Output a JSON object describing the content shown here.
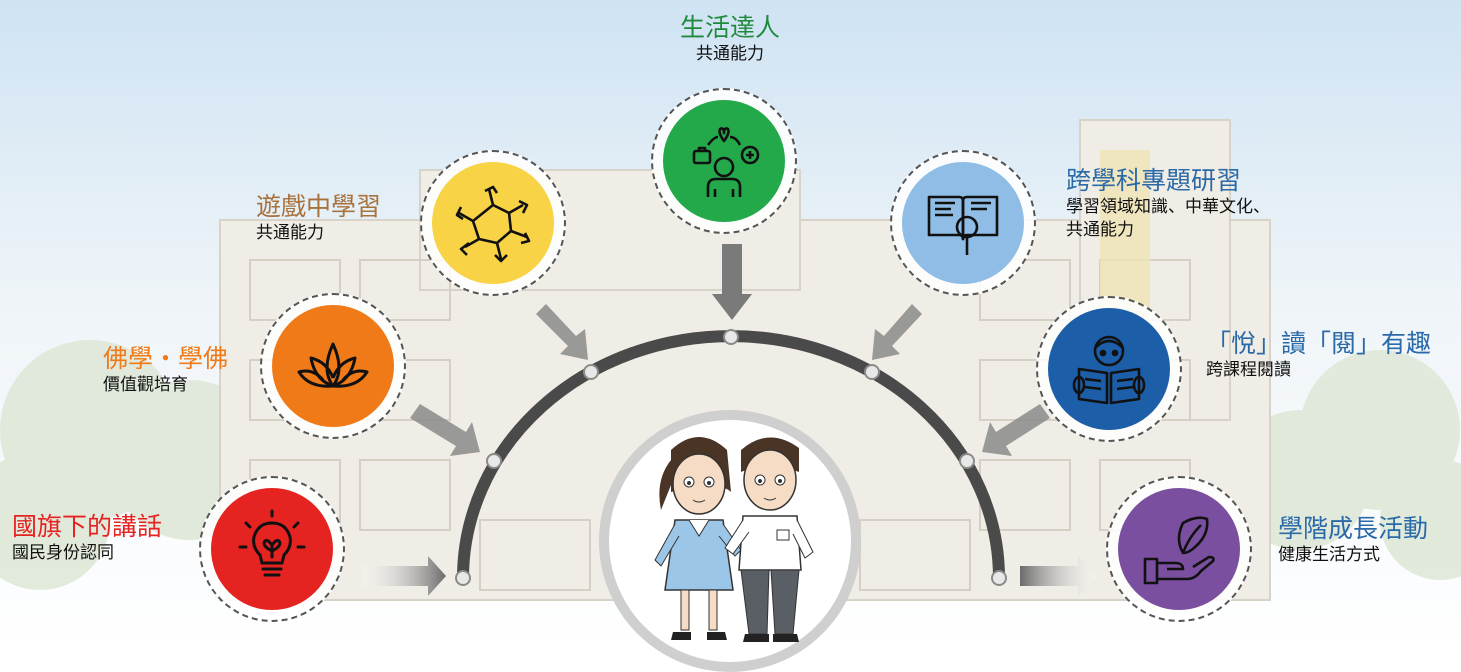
{
  "nodes": [
    {
      "id": "national-flag",
      "title": "國旗下的講話",
      "subtitle": "國民身份認同",
      "color": "#e52421",
      "title_color": "#e52421",
      "icon": "lightbulb-heart-icon"
    },
    {
      "id": "buddhism",
      "title": "佛學・學佛",
      "subtitle": "價值觀培育",
      "color": "#f07a17",
      "title_color": "#f07a17",
      "icon": "lotus-icon"
    },
    {
      "id": "play-learning",
      "title": "遊戲中學習",
      "subtitle": "共通能力",
      "color": "#f7d345",
      "title_color": "#a8723d",
      "icon": "teamwork-hands-icon"
    },
    {
      "id": "life-master",
      "title": "生活達人",
      "subtitle": "共通能力",
      "color": "#23a84a",
      "title_color": "#1f8a3c",
      "icon": "life-skills-person-icon"
    },
    {
      "id": "cross-subject",
      "title": "跨學科專題研習",
      "subtitle": "學習領域知識、中華文化、",
      "subtitle2": "共通能力",
      "color": "#8fbde6",
      "title_color": "#2b6aa8",
      "icon": "book-magnifier-icon"
    },
    {
      "id": "reading",
      "title": "「悅」讀「閱」有趣",
      "subtitle": "跨課程閱讀",
      "color": "#1d5ea8",
      "title_color": "#2b6aa8",
      "icon": "reading-child-icon"
    },
    {
      "id": "growth",
      "title": "學階成長活動",
      "subtitle": "健康生活方式",
      "color": "#7a4fa0",
      "title_color": "#2b6aa8",
      "icon": "hand-leaf-icon"
    }
  ],
  "center": {
    "icon": "students-illustration"
  }
}
